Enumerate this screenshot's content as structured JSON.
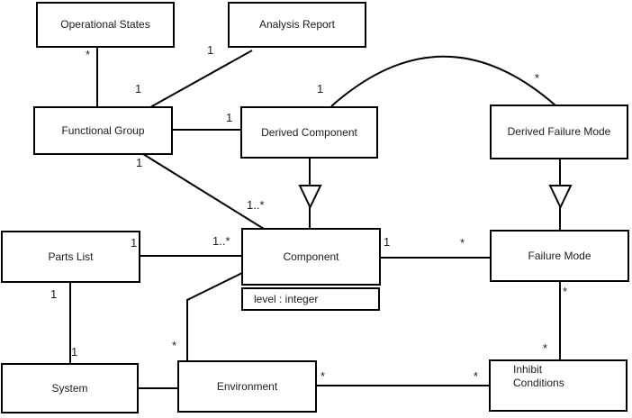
{
  "diagram_type": "uml-class-diagram",
  "classes": {
    "operational_states": {
      "name": "Operational States"
    },
    "analysis_report": {
      "name": "Analysis Report"
    },
    "functional_group": {
      "name": "Functional Group"
    },
    "derived_component": {
      "name": "Derived Component"
    },
    "derived_failure_mode": {
      "name": "Derived Failure Mode"
    },
    "parts_list": {
      "name": "Parts List"
    },
    "component": {
      "name": "Component",
      "attribute": "level : integer"
    },
    "failure_mode": {
      "name": "Failure Mode"
    },
    "system": {
      "name": "System"
    },
    "environment": {
      "name": "Environment"
    },
    "inhibit_conditions": {
      "name": "Inhibit Conditions"
    }
  },
  "multiplicities": {
    "operational_states_end": "*",
    "functional_group_top": "1",
    "analysis_report_end": "1",
    "fg_derived_component_end": "1",
    "arc_derived_component_end": "1",
    "arc_derived_failure_mode_end": "*",
    "fg_component_fg_end": "1",
    "fg_component_component_end": "1..*",
    "parts_list_component_pl_end": "1",
    "parts_list_component_comp_end": "1..*",
    "component_failure_mode_comp_end": "1",
    "component_failure_mode_fm_end": "*",
    "parts_list_system_pl_end": "1",
    "parts_list_system_sys_end": "1",
    "environment_component_env_end": "*",
    "environment_inhibit_env_end": "*",
    "environment_inhibit_inh_end": "*",
    "failure_mode_inhibit_fm_end": "*",
    "failure_mode_inhibit_inh_end": "*"
  },
  "relationships": [
    {
      "from": "Operational States",
      "to": "Functional Group",
      "type": "association",
      "labels": [
        "*",
        "1"
      ]
    },
    {
      "from": "Analysis Report",
      "to": "Functional Group",
      "type": "association",
      "labels": [
        "1"
      ]
    },
    {
      "from": "Functional Group",
      "to": "Derived Component",
      "type": "association",
      "labels": [
        "1"
      ]
    },
    {
      "from": "Derived Component",
      "to": "Derived Failure Mode",
      "type": "association-arc",
      "labels": [
        "1",
        "*"
      ]
    },
    {
      "from": "Derived Component",
      "to": "Component",
      "type": "generalization"
    },
    {
      "from": "Derived Failure Mode",
      "to": "Failure Mode",
      "type": "generalization"
    },
    {
      "from": "Functional Group",
      "to": "Component",
      "type": "association",
      "labels": [
        "1",
        "1..*"
      ]
    },
    {
      "from": "Parts List",
      "to": "Component",
      "type": "association",
      "labels": [
        "1",
        "1..*"
      ]
    },
    {
      "from": "Component",
      "to": "Failure Mode",
      "type": "association",
      "labels": [
        "1",
        "*"
      ]
    },
    {
      "from": "Parts List",
      "to": "System",
      "type": "association",
      "labels": [
        "1",
        "1"
      ]
    },
    {
      "from": "System",
      "to": "Environment",
      "type": "association",
      "labels": []
    },
    {
      "from": "Environment",
      "to": "Component",
      "type": "association",
      "labels": [
        "*"
      ]
    },
    {
      "from": "Environment",
      "to": "Inhibit Conditions",
      "type": "association",
      "labels": [
        "*",
        "*"
      ]
    },
    {
      "from": "Failure Mode",
      "to": "Inhibit Conditions",
      "type": "association",
      "labels": [
        "*",
        "*"
      ]
    }
  ]
}
